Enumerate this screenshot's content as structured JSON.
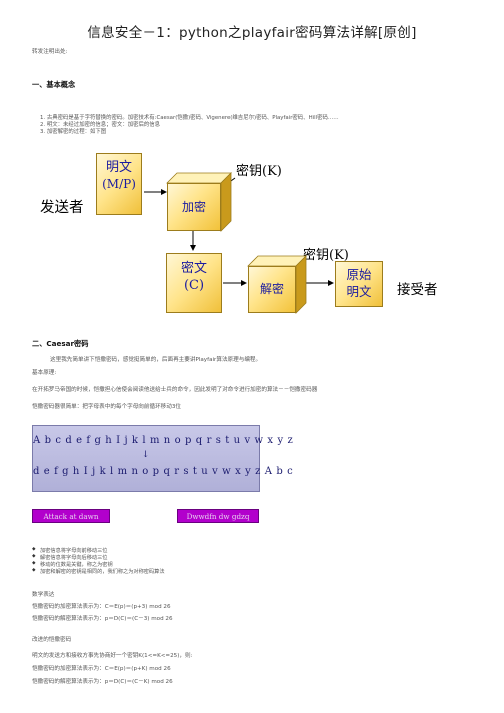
{
  "title": "信息安全－1：python之playfair密码算法详解[原创]",
  "repost_note": "转发注明出处:",
  "section1": {
    "heading": "一、基本概念",
    "items": [
      "1. 古典密码是基于字符替换的密码。加密技术有:Caesar(恺撒)密码、Vigenere(维吉尼尔)密码、Playfair密码、Hill密码……",
      "2. 明文：未经过加密的信息；密文：加密后的信息",
      "3. 加密解密的过程：如下图"
    ]
  },
  "diagram": {
    "sender": "发送者",
    "plaintext_line1": "明文",
    "plaintext_line2": "(M/P)",
    "encrypt": "加密",
    "key1": "密钥(K)",
    "key2": "密钥(K)",
    "ciphertext_line1": "密文",
    "ciphertext_line2": "(C)",
    "decrypt": "解密",
    "original_line1": "原始",
    "original_line2": "明文",
    "receiver": "接受者"
  },
  "section2": {
    "heading": "二、Caesar密码",
    "intro": "这里我先简单讲下恺撒密码，感觉挺简单的，后面再主要讲Playfair算法原理与编程。",
    "basic_label": "基本原理:",
    "history": "在开拓罗马帝国的时候，恺撒担心信使会阅读他送给士兵的命令，因此发明了对命令进行加密的算法－－恺撒密码器",
    "principle": "恺撒密码器很简单：把字母表中的每个字母向前循环移动3位",
    "alphabet_plain": "A b c d e f g h I j k l m n o p q r s t u v w x y z",
    "arrow": "↓",
    "alphabet_cipher": "d e f g h I j k l m n o p q r s t u v w x y z A b c",
    "example_plain": "Attack at dawn",
    "example_cipher": "Dwwdfn dw gdzq",
    "bullets": [
      "加密信息将字母向前移动三位",
      "解密信息将字母向后移动三位",
      "移动的位数是关键，称之为密钥",
      "加密和解密的密钥是相同的，我们称之为对称密码算法"
    ],
    "math_label": "数学表达",
    "enc_formula": "恺撒密码的加密算法表示为：C＝E(p)＝(p+3) mod 26",
    "dec_formula": "恺撒密码的解密算法表示为：p＝D(C)＝(C－3) mod 26",
    "improved_label": "改进的恺撒密码",
    "improved_desc": "明文的发送方和接收方事先协商好一个密钥K(1<=K<=25)，则:",
    "improved_enc": "恺撒密码的加密算法表示为：C＝E(p)＝(p+K) mod 26",
    "improved_dec": "恺撒密码的解密算法表示为：p＝D(C)＝(C－K) mod 26"
  }
}
